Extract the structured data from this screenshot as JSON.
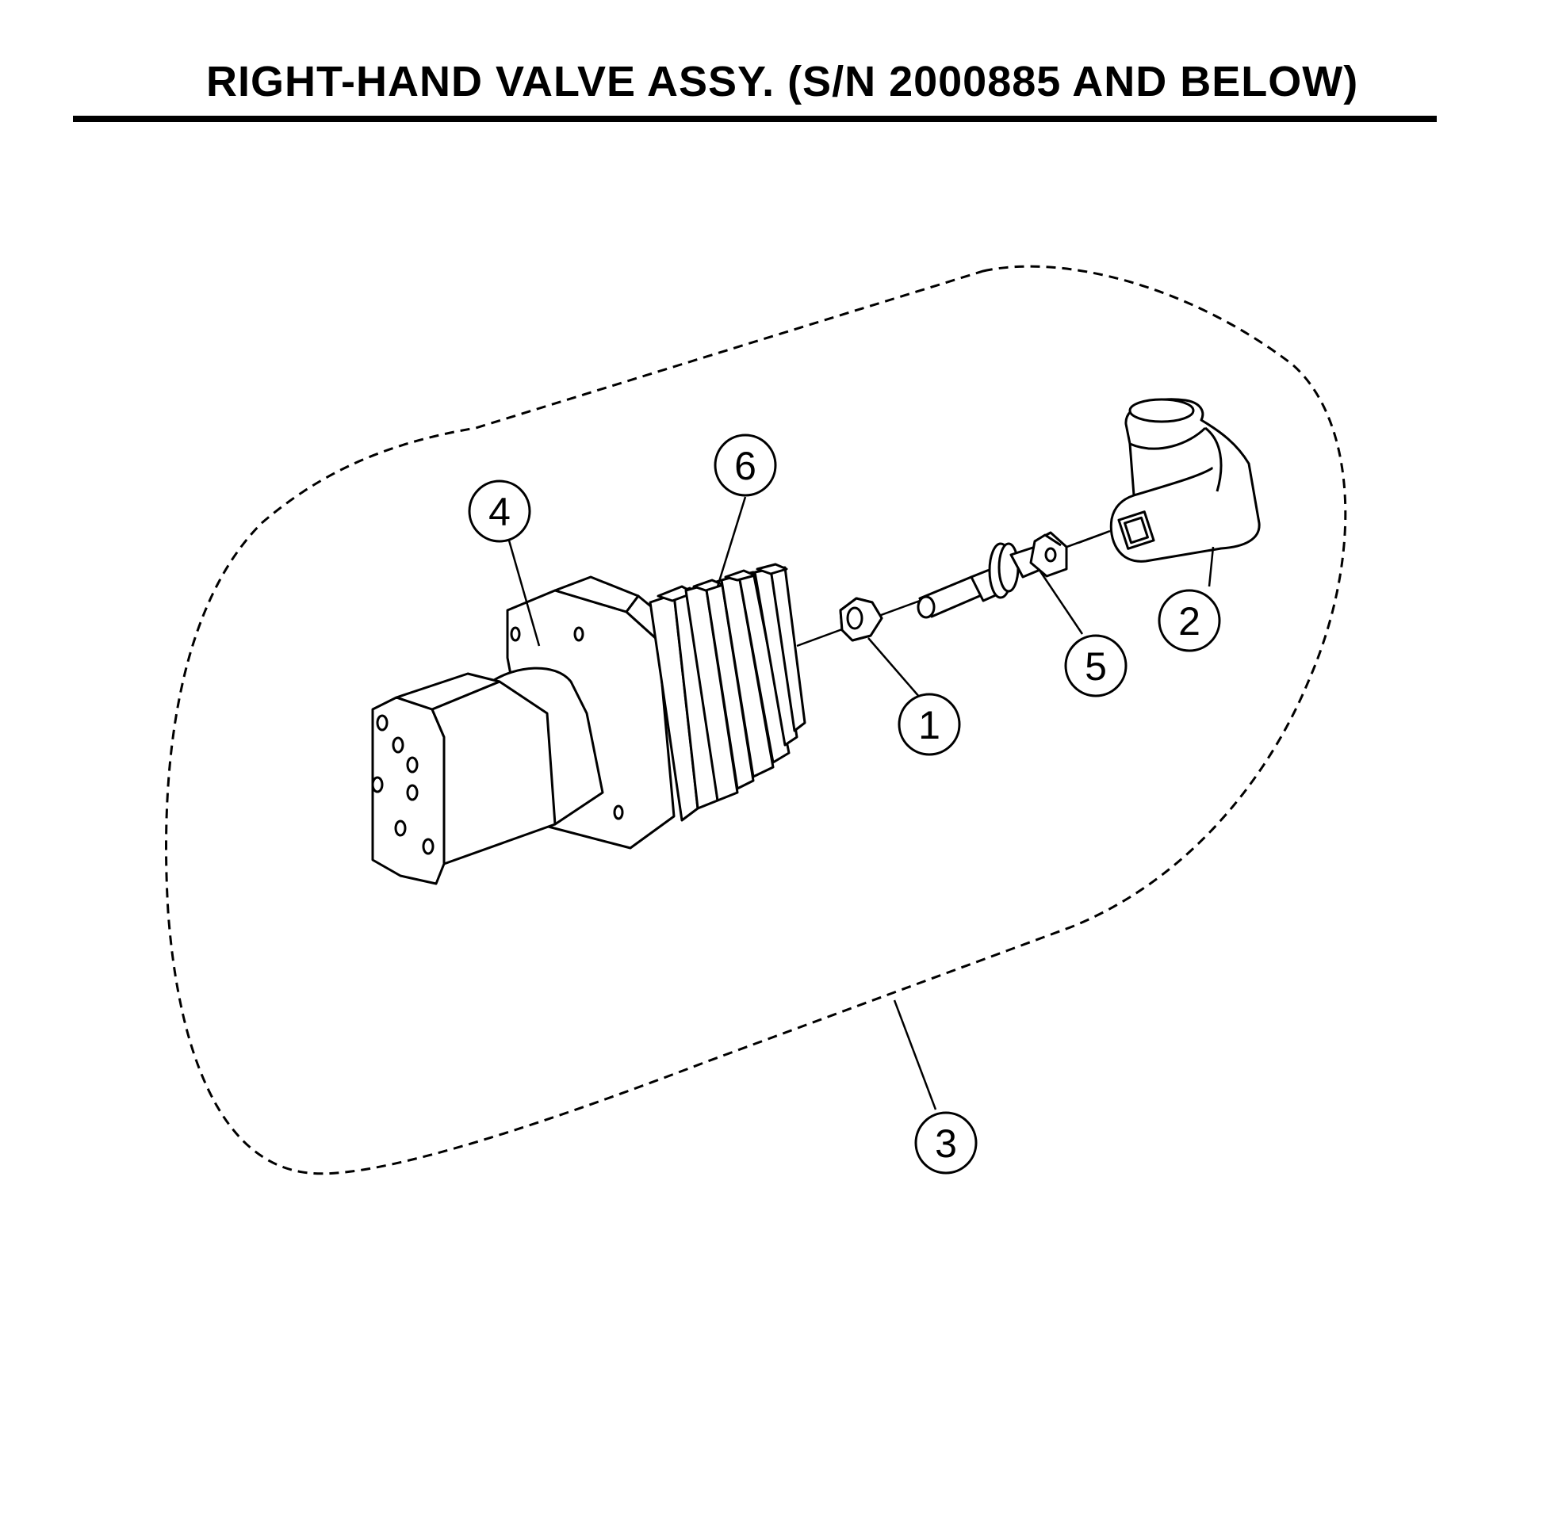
{
  "header": {
    "title": "RIGHT-HAND VALVE ASSY. (S/N 2000885 AND BELOW)"
  },
  "diagram": {
    "callouts": [
      {
        "id": "1",
        "label": "1"
      },
      {
        "id": "2",
        "label": "2"
      },
      {
        "id": "3",
        "label": "3"
      },
      {
        "id": "4",
        "label": "4"
      },
      {
        "id": "5",
        "label": "5"
      },
      {
        "id": "6",
        "label": "6"
      }
    ],
    "colors": {
      "line": "#000000",
      "background": "#ffffff"
    }
  }
}
